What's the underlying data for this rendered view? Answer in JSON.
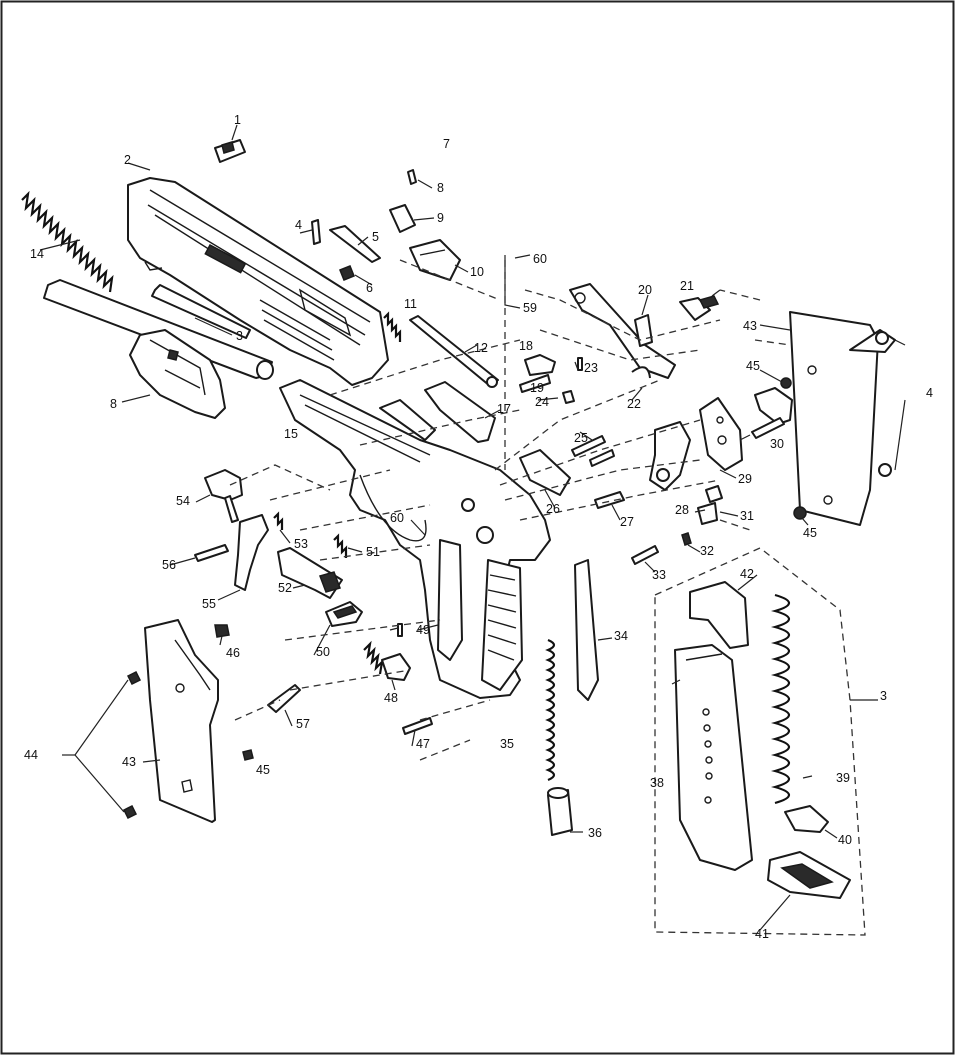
{
  "labels": {
    "l1": "1",
    "l2": "2",
    "l3": "3",
    "l3b": "3",
    "l4": "4",
    "l4b": "4",
    "l5": "5",
    "l6": "6",
    "l7": "7",
    "l8": "8",
    "l8b": "8",
    "l9": "9",
    "l10": "10",
    "l11": "11",
    "l12": "12",
    "l14": "14",
    "l15": "15",
    "l17": "17",
    "l18": "18",
    "l19": "19",
    "l20": "20",
    "l21": "21",
    "l22": "22",
    "l23": "23",
    "l24": "24",
    "l25": "25",
    "l26": "26",
    "l27": "27",
    "l28": "28",
    "l29": "29",
    "l30": "30",
    "l31": "31",
    "l32": "32",
    "l33": "33",
    "l34": "34",
    "l35": "35",
    "l36": "36",
    "l38": "38",
    "l39": "39",
    "l40": "40",
    "l41": "41",
    "l42": "42",
    "l43": "43",
    "l43b": "43",
    "l44": "44",
    "l45": "45",
    "l45b": "45",
    "l45c": "45",
    "l46": "46",
    "l47": "47",
    "l48": "48",
    "l49": "49",
    "l50": "50",
    "l51": "51",
    "l52": "52",
    "l53": "53",
    "l54": "54",
    "l55": "55",
    "l56": "56",
    "l57": "57",
    "l59": "59",
    "l60": "60",
    "l60b": "60"
  }
}
